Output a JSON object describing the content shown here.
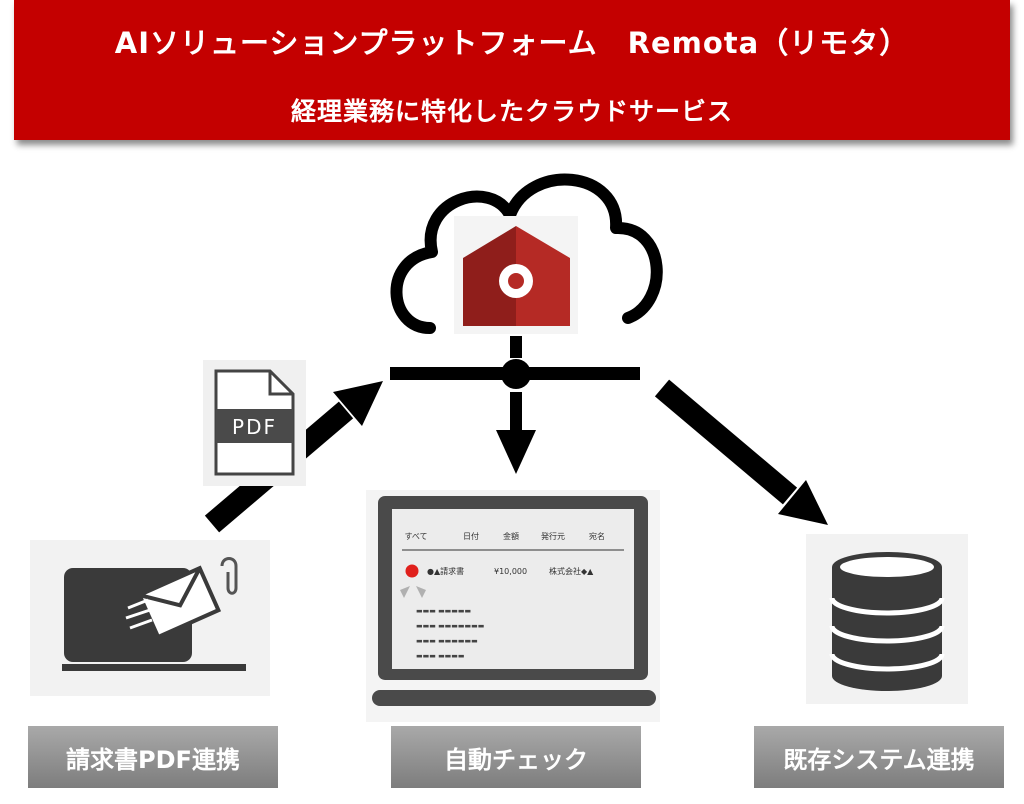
{
  "banner": {
    "title": "AIソリューションプラットフォーム　Remota（リモタ）",
    "subtitle": "経理業務に特化したクラウドサービス"
  },
  "pdf_icon": {
    "text": "PDF"
  },
  "laptop_screen": {
    "headers": [
      "すべて",
      "日付",
      "金額",
      "発行元",
      "宛名"
    ],
    "row": {
      "title": "●▲請求書",
      "amount": "¥10,000",
      "company": "株式会社◆▲"
    },
    "placeholder_lines": [
      "▬▬▬ ▬▬▬▬▬",
      "▬▬▬ ▬▬▬▬▬▬▬",
      "▬▬▬ ▬▬▬▬▬▬",
      "▬▬▬ ▬▬▬▬"
    ]
  },
  "labels": {
    "left": "請求書PDF連携",
    "center": "自動チェック",
    "right": "既存システム連携"
  },
  "colors": {
    "banner_red": "#c40000",
    "house_red": "#b52a25",
    "house_dark": "#8f1e1b",
    "icon_gray": "#3a3a3a",
    "label_gray": "#8f8f8f",
    "alert_red": "#e0201c"
  }
}
